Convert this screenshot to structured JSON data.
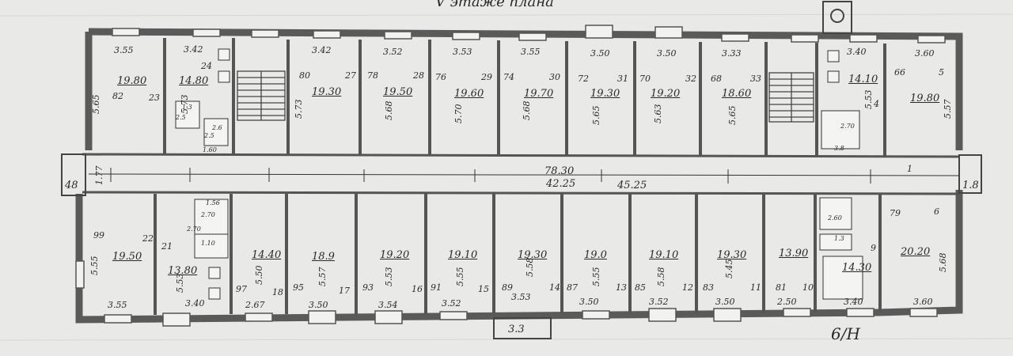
{
  "plan": {
    "title_fragment": "V этаже плана",
    "corridor_length": "78.30",
    "corridor_total": "42.25",
    "corridor_side": "45.25",
    "corridor_no": "1",
    "corridor_width": "1.77",
    "left_end_label": "48",
    "right_end_label": "1.8",
    "bottom_stair_label": "3.3",
    "corner_note": "6/H",
    "upper_rooms": [
      {
        "width": "3.55",
        "number": "82",
        "area": "19.80",
        "extra": "23",
        "depth": "5.65"
      },
      {
        "width": "3.42",
        "number": "24",
        "area": "14.80",
        "depth": "5.73"
      },
      {
        "width": "3.42",
        "number": "80",
        "area": "19.30",
        "extra": "27",
        "depth": "5.73"
      },
      {
        "width": "3.52",
        "number": "78",
        "area": "19.50",
        "extra": "28",
        "depth": "5.68"
      },
      {
        "width": "3.53",
        "number": "76",
        "area": "19.60",
        "extra": "29",
        "depth": "5.70"
      },
      {
        "width": "3.55",
        "number": "74",
        "area": "19.70",
        "extra": "30",
        "depth": "5.68"
      },
      {
        "width": "3.50",
        "number": "72",
        "area": "19.30",
        "extra": "31",
        "depth": "5.65"
      },
      {
        "width": "3.50",
        "number": "70",
        "area": "19.20",
        "extra": "32",
        "depth": "5.63"
      },
      {
        "width": "3.33",
        "number": "68",
        "area": "18.60",
        "extra": "33",
        "depth": "5.65"
      },
      {
        "width": "3.40",
        "number": "4",
        "area": "14.10",
        "depth": "5.53"
      },
      {
        "width": "3.60",
        "number": "66",
        "area": "19.80",
        "extra": "5",
        "depth": "5.57"
      }
    ],
    "lower_rooms": [
      {
        "width": "3.55",
        "number": "99",
        "area": "19.50",
        "extra": "22",
        "depth": "5.55"
      },
      {
        "width": "3.40",
        "number": "21",
        "area": "13.80",
        "depth": "5.53"
      },
      {
        "width": "2.67",
        "number": "97",
        "area": "14.40",
        "extra": "18",
        "depth": "5.50"
      },
      {
        "width": "3.50",
        "number": "95",
        "area": "18.9",
        "extra": "17",
        "depth": "5.57"
      },
      {
        "width": "3.54",
        "number": "93",
        "area": "19.20",
        "extra": "16",
        "depth": "5.53"
      },
      {
        "width": "3.52",
        "number": "91",
        "area": "19.10",
        "extra": "15",
        "depth": "5.55"
      },
      {
        "width": "3.53",
        "number": "89",
        "area": "19.30",
        "extra": "14",
        "depth": "5.58"
      },
      {
        "width": "3.50",
        "number": "87",
        "area": "19.0",
        "extra": "13",
        "depth": "5.55"
      },
      {
        "width": "3.52",
        "number": "85",
        "area": "19.10",
        "extra": "12",
        "depth": "5.58"
      },
      {
        "width": "3.50",
        "number": "83",
        "area": "19.30",
        "extra": "11",
        "depth": "5.45"
      },
      {
        "width": "2.50",
        "number": "81",
        "area": "13.90",
        "extra": "10"
      },
      {
        "width": "3.40",
        "number": "9",
        "area": "14.30"
      },
      {
        "width": "3.60",
        "number": "79",
        "area": "20.20",
        "extra": "6",
        "depth": "5.68"
      }
    ],
    "wc_upper": {
      "a": "1.3",
      "b": "2.6",
      "c": "2.5",
      "d": "1.60",
      "e": "2.5"
    },
    "wc_lower": {
      "a": "1.56",
      "b": "2.70",
      "c": "2.70",
      "d": "1.10"
    },
    "small_right": {
      "a": "2.60",
      "b": "1.3",
      "c": "2.70",
      "d": "3.8"
    }
  }
}
